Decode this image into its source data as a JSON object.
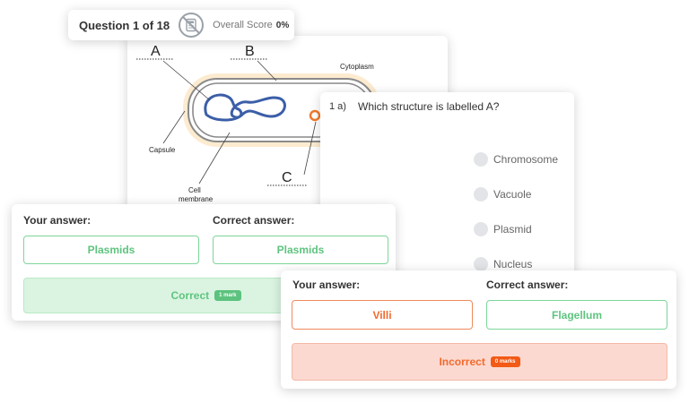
{
  "header": {
    "question_progress": "Question 1 of 18",
    "calculator_icon": "no-calculator-icon",
    "overall_score_label": "Overall Score",
    "overall_score_value": "0%"
  },
  "diagram": {
    "label_a": "A",
    "label_b": "B",
    "label_c": "C",
    "cytoplasm": "Cytoplasm",
    "capsule": "Capsule",
    "cell_membrane_line1": "Cell",
    "cell_membrane_line2": "membrane",
    "colors": {
      "capsule_fill": "#fdebd0",
      "chromosome": "#3b5ea8",
      "plasmid_marker": "#f07a2a"
    }
  },
  "question": {
    "number": "1 a)",
    "prompt": "Which structure is labelled A?",
    "options": [
      "Chromosome",
      "Vacuole",
      "Plasmid",
      "Nucleus"
    ]
  },
  "answer_correct": {
    "your_answer_label": "Your answer:",
    "your_answer": "Plasmids",
    "correct_answer_label": "Correct answer:",
    "correct_answer": "Plasmids",
    "result": "Correct",
    "marks": "1 mark"
  },
  "answer_incorrect": {
    "your_answer_label": "Your answer:",
    "your_answer": "Villi",
    "correct_answer_label": "Correct answer:",
    "correct_answer": "Flagellum",
    "result": "Incorrect",
    "marks": "0 marks"
  },
  "colors": {
    "correct_text": "#5ec47f",
    "incorrect_text": "#f26a2e",
    "correct_bg": "#daf4e1",
    "incorrect_bg": "#fbd9d0"
  }
}
